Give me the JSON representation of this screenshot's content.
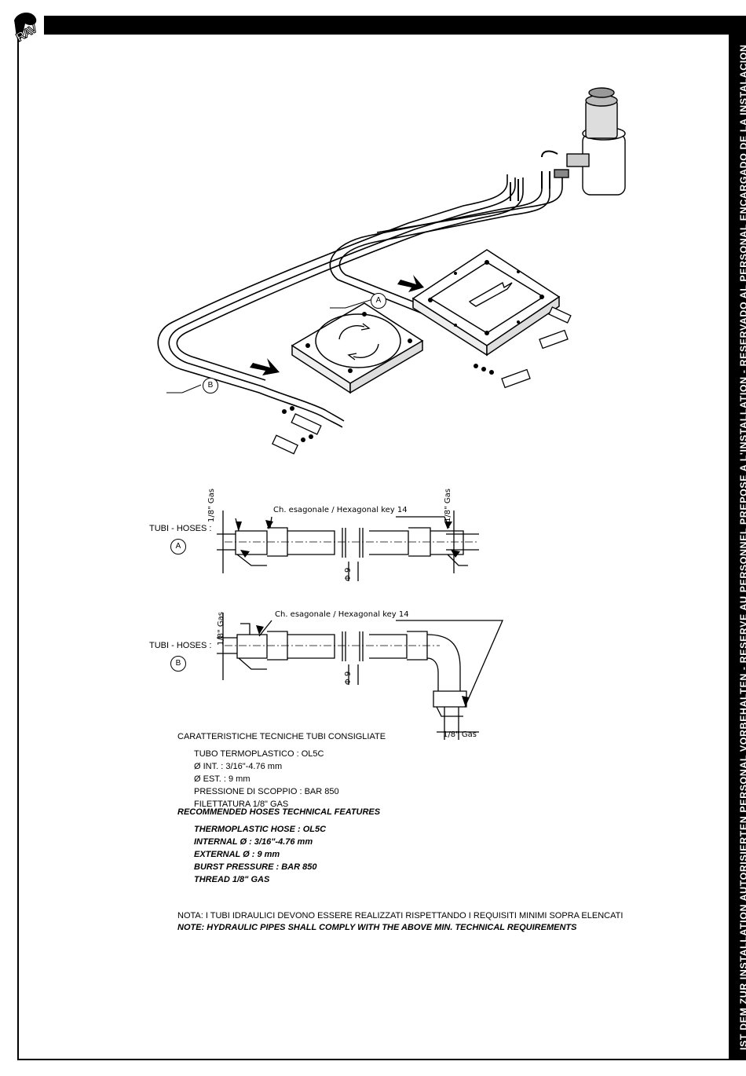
{
  "header": {
    "logo_text": "RAV"
  },
  "side_text": "IST DEM ZUR INSTALLATION AUTORISIERTEN PERSONAL VORBEHALTEN - RESERVE AU PERSONNEL PREPOSE A L'INSTALLATION - RESERVADO AL PERSONAL ENCARGADO DE LA INSTALACION",
  "diagram": {
    "label_a": "A",
    "label_b": "B"
  },
  "hose_a": {
    "title": "TUBI - HOSES :",
    "letter": "A",
    "key_label": "Ch. esagonale / Hexagonal key 14",
    "gas_left": "1/8\" Gas",
    "gas_right": "1/8\" Gas",
    "diameter": "Φ 9"
  },
  "hose_b": {
    "title": "TUBI - HOSES :",
    "letter": "B",
    "key_label": "Ch. esagonale / Hexagonal key 14",
    "gas_left": "1/8\" Gas",
    "gas_bottom": "1/8\" Gas",
    "diameter": "Φ 9"
  },
  "specs_it": {
    "title": "CARATTERISTICHE TECNICHE TUBI CONSIGLIATE",
    "lines": [
      "TUBO TERMOPLASTICO : OL5C",
      "Ø INT. : 3/16\"-4.76 mm",
      "Ø EST. : 9 mm",
      "PRESSIONE DI SCOPPIO : BAR 850",
      "FILETTATURA 1/8\" GAS"
    ]
  },
  "specs_en": {
    "title": "RECOMMENDED HOSES TECHNICAL FEATURES",
    "lines": [
      "THERMOPLASTIC HOSE : OL5C",
      "INTERNAL Ø : 3/16\"-4.76 mm",
      "EXTERNAL Ø : 9 mm",
      "BURST PRESSURE : BAR 850",
      "THREAD 1/8\" GAS"
    ]
  },
  "notes": {
    "it": "NOTA: I TUBI IDRAULICI DEVONO ESSERE REALIZZATI RISPETTANDO I REQUISITI MINIMI SOPRA ELENCATI",
    "en": "NOTE: HYDRAULIC PIPES SHALL COMPLY WITH THE ABOVE MIN. TECHNICAL REQUIREMENTS"
  }
}
